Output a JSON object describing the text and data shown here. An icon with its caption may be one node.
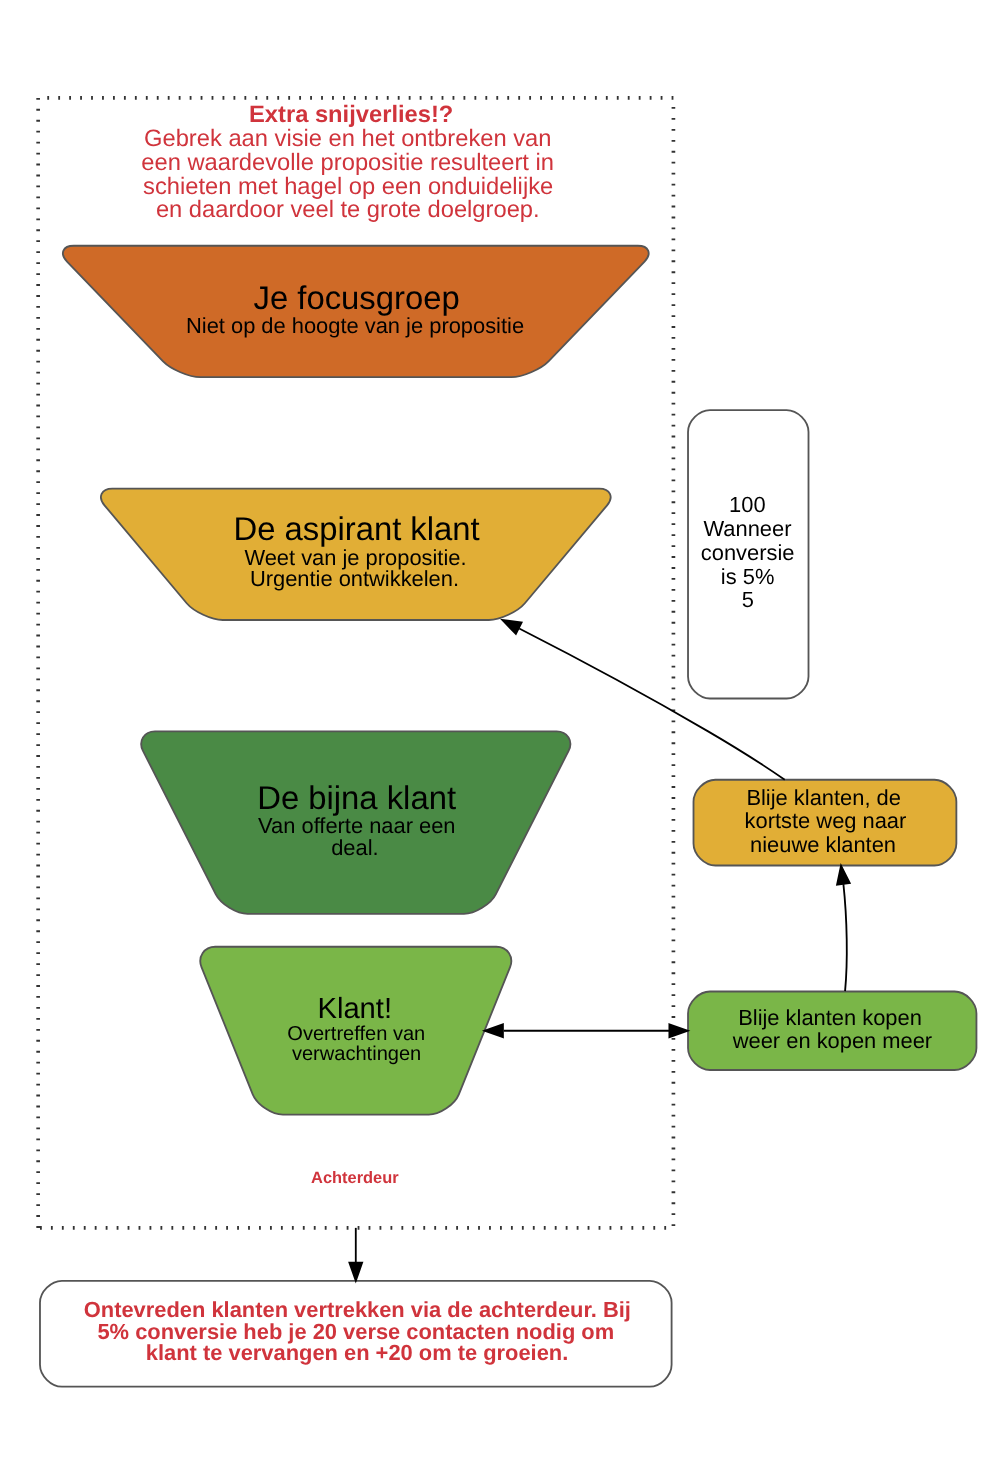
{
  "diagram": {
    "nodes": [
      {
        "text": [
          "Extra snijverlies!?",
          "Gebrek aan visie en het ontbreken van een waardevolle propositie resulteert in schieten met hagel op een onduidelijke en daardoor veel te grote doelgroep."
        ]
      },
      {
        "text": [
          "Je focusgroep",
          "Niet op de hoogte van je propositie"
        ],
        "in": 0
      },
      {
        "text": [
          "De aspirant klant",
          "Weet van je propositie. Urgentie ontwikkelen."
        ],
        "in": 0
      },
      {
        "text": [
          "De bijna klant",
          "Van offerte naar een deal."
        ],
        "in": 0
      },
      {
        "text": [
          "Klant!",
          "Overtreffen van verwachtingen"
        ],
        "in": 0
      },
      {
        "text": [
          "Blije klanten, de kortste weg naar nieuwe klanten"
        ]
      },
      {
        "text": [
          "Blije klanten kopen weer en kopen meer"
        ]
      },
      {
        "text": [
          "100",
          "Wanneer conversie is 5%",
          "5"
        ]
      },
      {
        "text": [
          "Ontevreden klanten vertrekken via de achterdeur. Bij 5% conversie heb je 20 verse contacten nodig om klant te vervangen en +20 om te groeien."
        ]
      }
    ],
    "edges": [
      {
        "from": 6,
        "to": 5,
        "arrow": "to"
      },
      {
        "from": 5,
        "to": 2,
        "arrow": "to"
      },
      {
        "from": 6,
        "to": 4,
        "arrow": "both"
      },
      {
        "from": 0,
        "to": 8,
        "arrow": "to"
      }
    ],
    "labels": [
      "Achterdeur"
    ]
  }
}
